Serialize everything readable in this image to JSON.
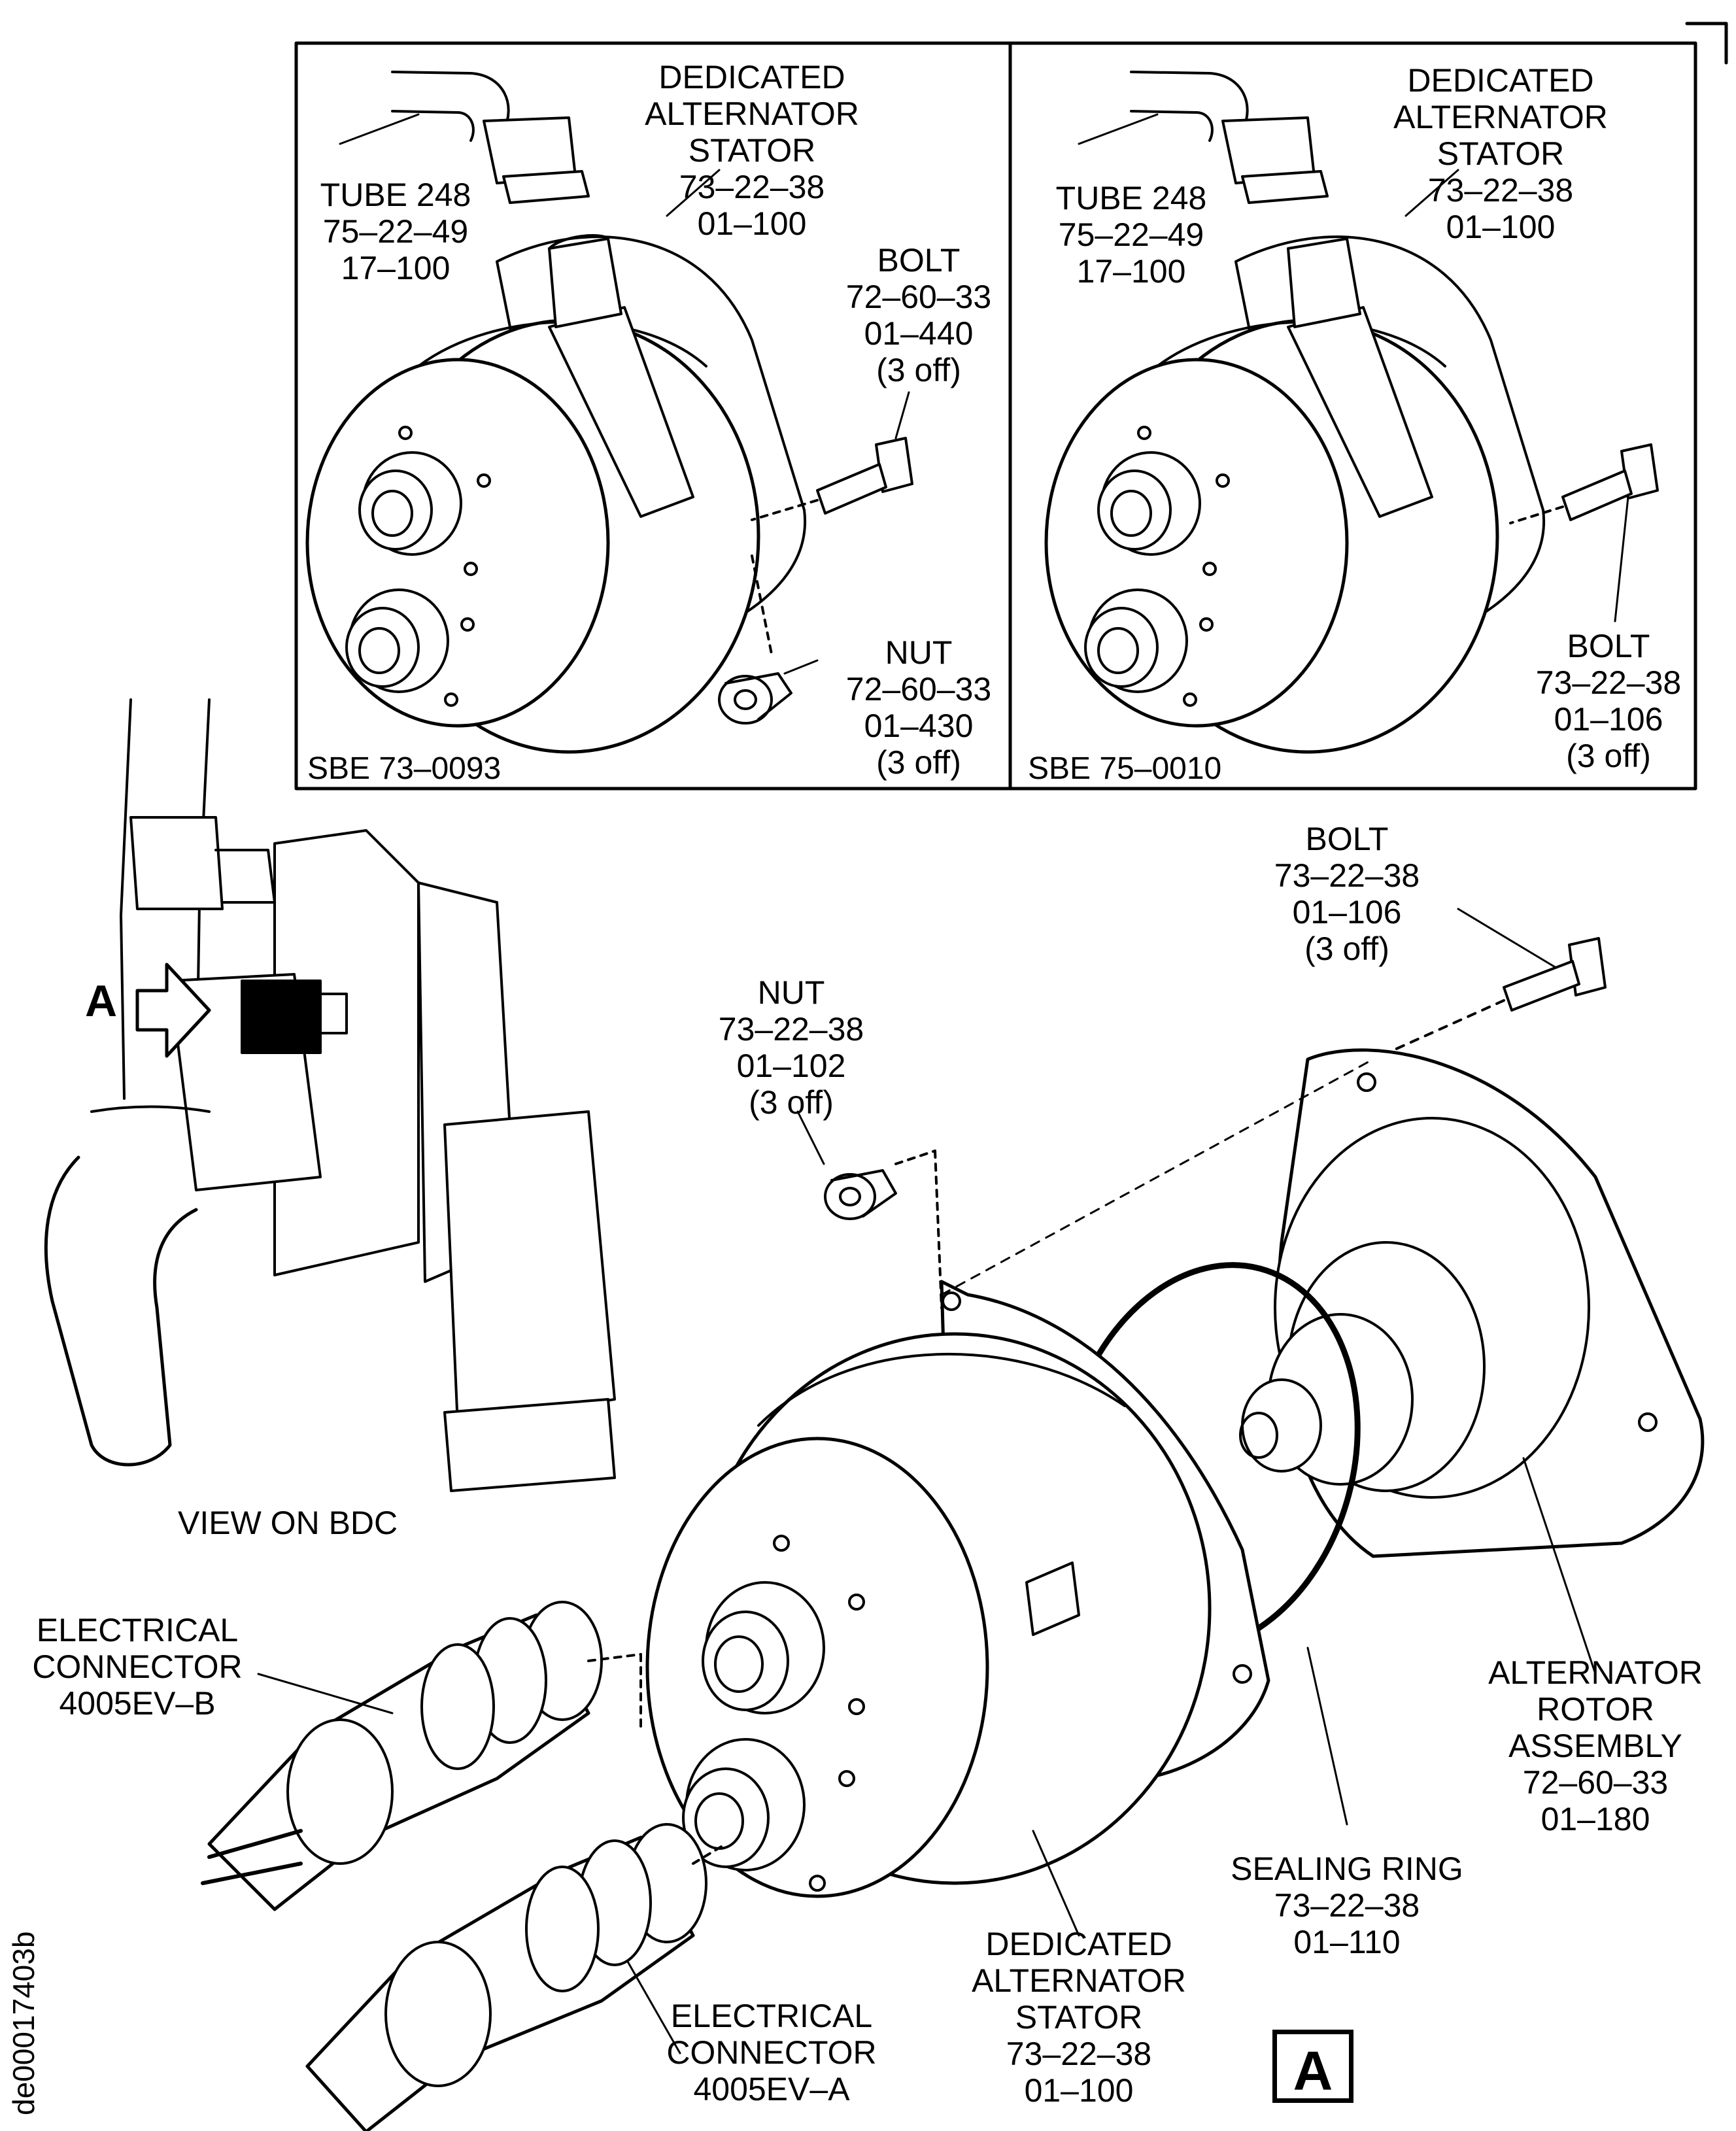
{
  "panel_sbe73": {
    "id": "SBE 73–0093",
    "tube": [
      "TUBE 248",
      "75–22–49",
      "17–100"
    ],
    "stator": [
      "DEDICATED",
      "ALTERNATOR",
      "STATOR",
      "73–22–38",
      "01–100"
    ],
    "bolt": [
      "BOLT",
      "72–60–33",
      "01–440",
      "(3 off)"
    ],
    "nut": [
      "NUT",
      "72–60–33",
      "01–430",
      "(3 off)"
    ]
  },
  "panel_sbe75": {
    "id": "SBE 75–0010",
    "tube": [
      "TUBE 248",
      "75–22–49",
      "17–100"
    ],
    "stator": [
      "DEDICATED",
      "ALTERNATOR",
      "STATOR",
      "73–22–38",
      "01–100"
    ],
    "bolt": [
      "BOLT",
      "73–22–38",
      "01–106",
      "(3 off)"
    ]
  },
  "main": {
    "bolt": [
      "BOLT",
      "73–22–38",
      "01–106",
      "(3 off)"
    ],
    "nut": [
      "NUT",
      "73–22–38",
      "01–102",
      "(3 off)"
    ],
    "view_label": "VIEW ON BDC",
    "arrow_letter": "A",
    "connector_b": [
      "ELECTRICAL",
      "CONNECTOR",
      "4005EV–B"
    ],
    "connector_a": [
      "ELECTRICAL",
      "CONNECTOR",
      "4005EV–A"
    ],
    "stator": [
      "DEDICATED",
      "ALTERNATOR",
      "STATOR",
      "73–22–38",
      "01–100"
    ],
    "sealing_ring": [
      "SEALING RING",
      "73–22–38",
      "01–110"
    ],
    "rotor": [
      "ALTERNATOR",
      "ROTOR",
      "ASSEMBLY",
      "72–60–33",
      "01–180"
    ],
    "view_marker": "A"
  },
  "document_id": "de00017403b"
}
